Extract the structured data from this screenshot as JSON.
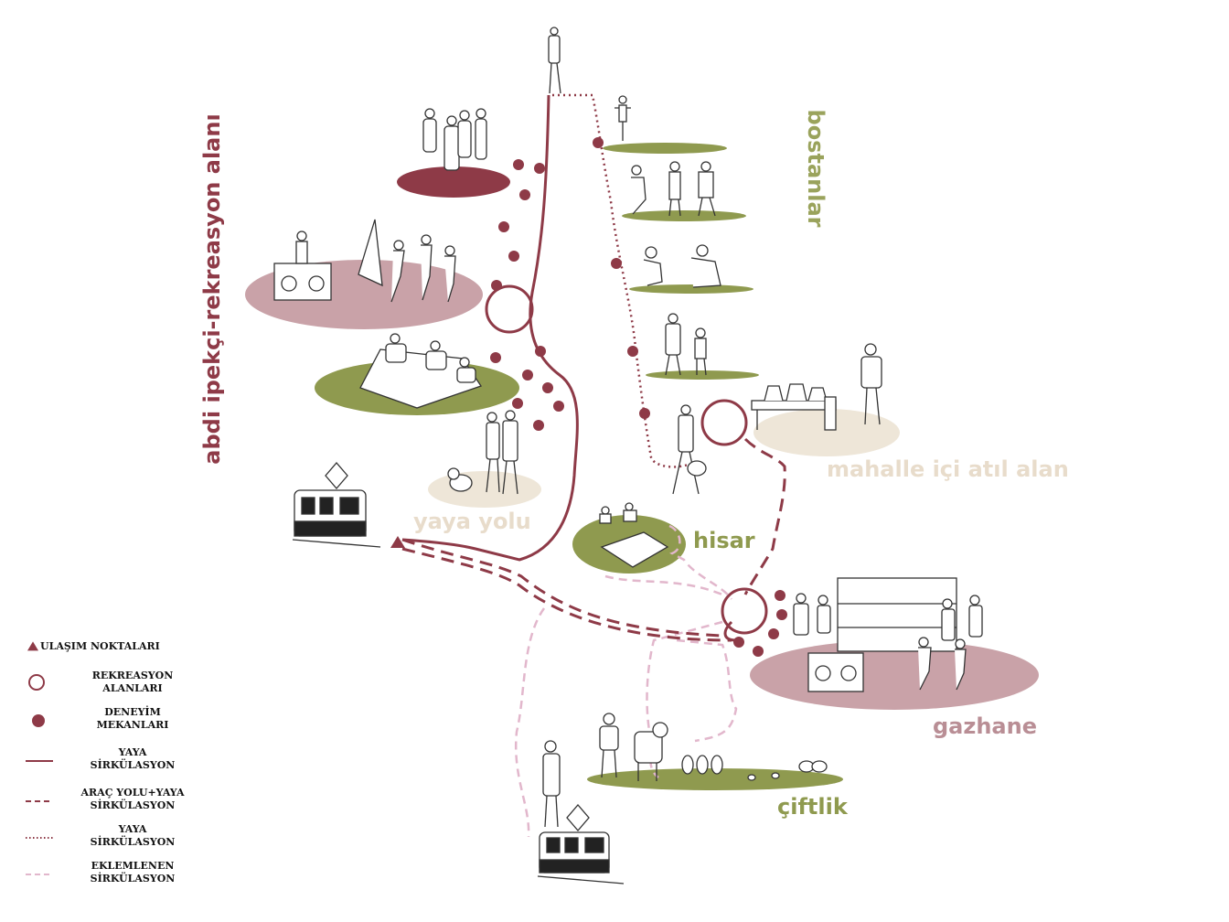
{
  "labels": {
    "abdi_ipekci": "abdi ipekçi-rekreasyon alanı",
    "bostanlar": "bostanlar",
    "mahalle": "mahalle içi atıl alan",
    "yaya_yolu": "yaya yolu",
    "hisar": "hisar",
    "gazhane": "gazhane",
    "ciftlik": "çiftlik"
  },
  "legend": [
    {
      "symbol": "triangle",
      "line1": "ULAŞIM NOKTALARI",
      "line2": ""
    },
    {
      "symbol": "open-circle",
      "line1": "REKREASYON",
      "line2": "ALANLARI"
    },
    {
      "symbol": "filled-circle",
      "line1": "DENEYİM",
      "line2": "MEKANLARI"
    },
    {
      "symbol": "solid-line",
      "line1": "YAYA",
      "line2": "SİRKÜLASYON"
    },
    {
      "symbol": "dashed-line",
      "line1": "ARAÇ YOLU+YAYA",
      "line2": "SİRKÜLASYON"
    },
    {
      "symbol": "dotted-line",
      "line1": "YAYA",
      "line2": "SİRKÜLASYON"
    },
    {
      "symbol": "light-dashed-line",
      "line1": "EKLEMLENEN",
      "line2": "SİRKÜLASYON"
    }
  ],
  "colors": {
    "maroon": "#8e3a47",
    "maroon_light": "#c9a2a8",
    "olive": "#8f9a4f",
    "olive_text": "#9aa35c",
    "beige": "#eee6d8",
    "beige_text": "#e8dccb",
    "pink": "#e2b7cc",
    "mauve": "#b98e95"
  }
}
